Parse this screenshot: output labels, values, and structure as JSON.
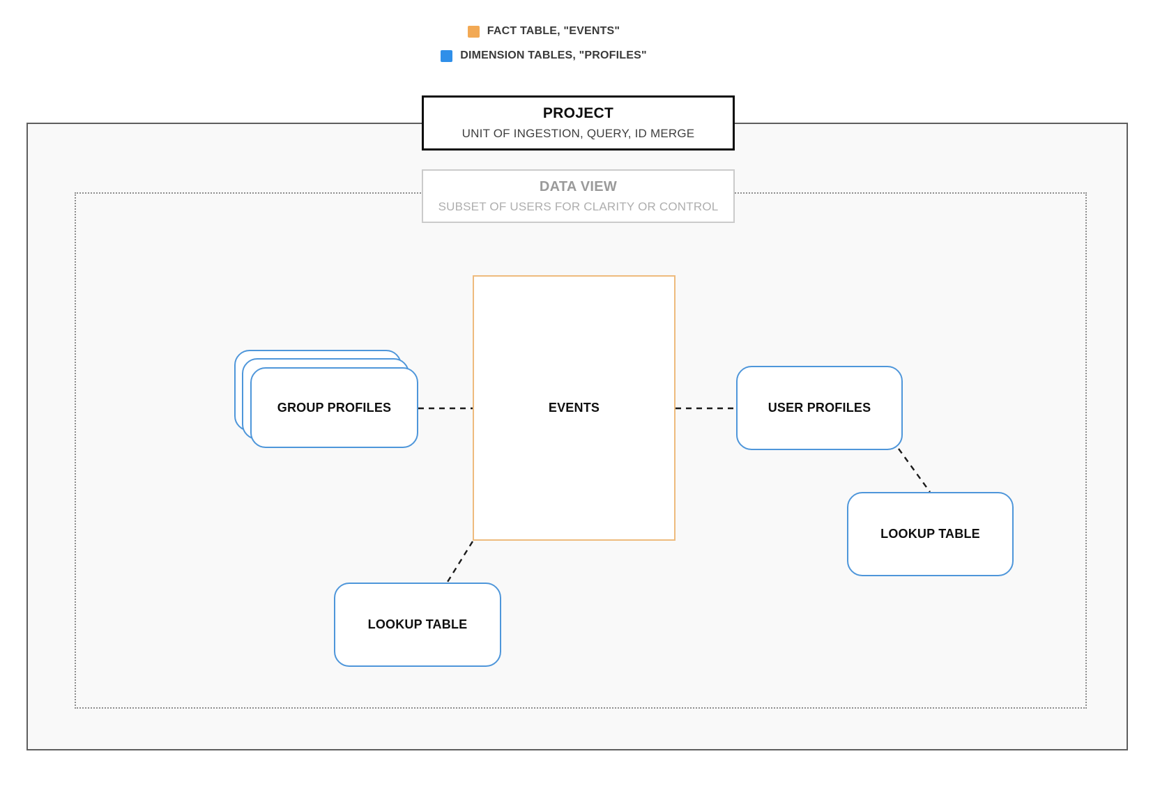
{
  "legend": {
    "items": [
      {
        "label": "FACT TABLE, \"EVENTS\"",
        "color": "#f2a954"
      },
      {
        "label": "DIMENSION TABLES, \"PROFILES\"",
        "color": "#2f8fe9"
      }
    ]
  },
  "project": {
    "title": "PROJECT",
    "subtitle": "UNIT OF INGESTION, QUERY, ID MERGE"
  },
  "data_view": {
    "title": "DATA VIEW",
    "subtitle": "SUBSET OF USERS FOR CLARITY OR CONTROL"
  },
  "nodes": {
    "events": {
      "label": "EVENTS"
    },
    "group_profiles": {
      "label": "GROUP PROFILES"
    },
    "user_profiles": {
      "label": "USER PROFILES"
    },
    "lookup_table_right": {
      "label": "LOOKUP TABLE"
    },
    "lookup_table_bottom": {
      "label": "LOOKUP TABLE"
    }
  },
  "edges": [
    {
      "from": "group_profiles",
      "to": "events",
      "style": "dashed"
    },
    {
      "from": "events",
      "to": "user_profiles",
      "style": "dashed"
    },
    {
      "from": "events",
      "to": "lookup_table_bottom",
      "style": "dashed"
    },
    {
      "from": "user_profiles",
      "to": "lookup_table_right",
      "style": "dashed"
    }
  ],
  "colors": {
    "fact_table_orange": "#f2a954",
    "dimension_table_blue": "#2f8fe9",
    "events_border": "#eebb7d",
    "profile_card_border": "#4e96da",
    "boundary_fill": "#f9f9f9"
  }
}
